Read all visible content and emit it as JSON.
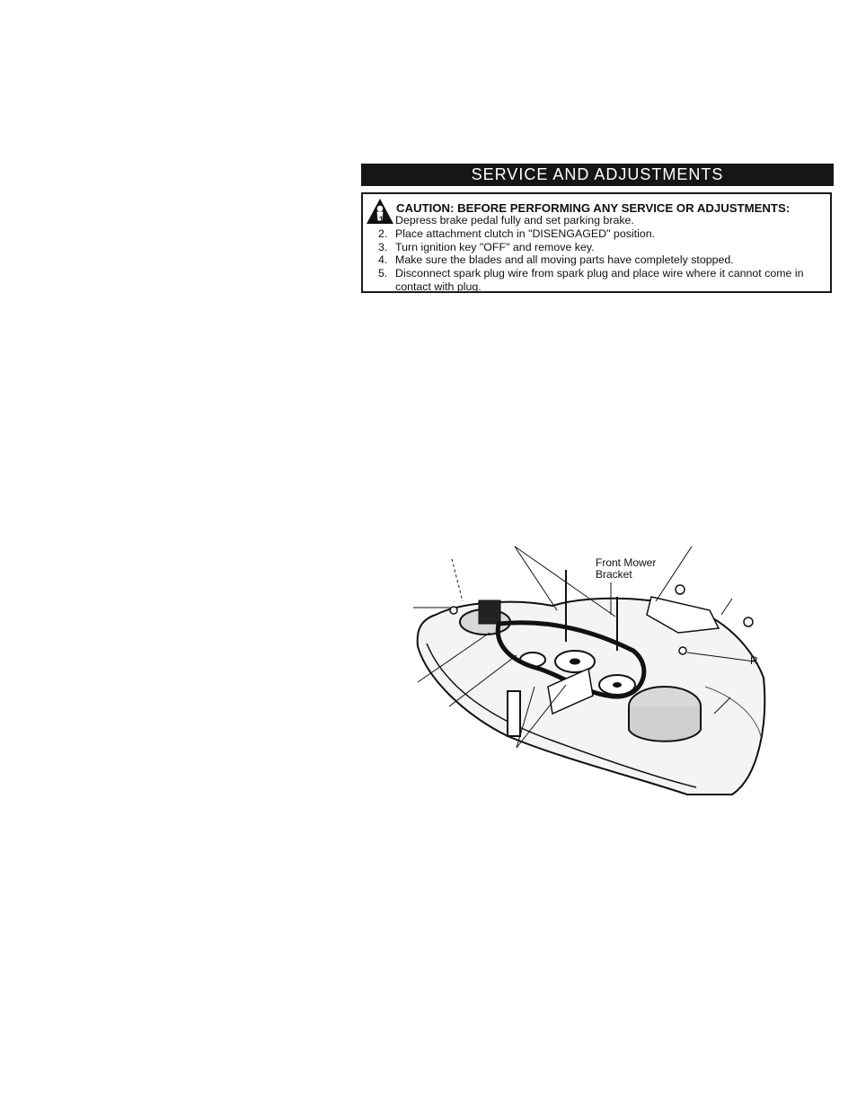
{
  "header": {
    "title": "SERVICE AND ADJUSTMENTS"
  },
  "caution": {
    "title": "CAUTION: BEFORE PERFORMING ANY SERVICE OR ADJUSTMENTS:",
    "steps": [
      {
        "num": "1.",
        "text": "Depress brake pedal fully and set parking brake."
      },
      {
        "num": "2.",
        "text": "Place attachment clutch in \"DISENGAGED\" position."
      },
      {
        "num": "3.",
        "text": "Turn ignition key \"OFF\" and remove key."
      },
      {
        "num": "4.",
        "text": "Make sure the blades and all moving parts have completely stopped."
      },
      {
        "num": "5.",
        "text": "Disconnect spark plug wire from spark plug and place wire where it cannot come in contact with plug."
      }
    ]
  },
  "diagram": {
    "callouts": [
      {
        "line1": "Front Mower",
        "line2": "Bracket"
      },
      {
        "line1": "R",
        "line2": ""
      }
    ]
  }
}
